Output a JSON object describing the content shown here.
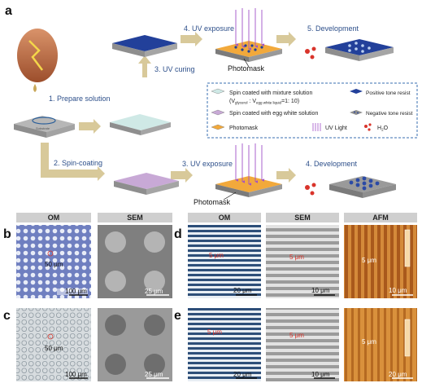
{
  "panels": {
    "a": "a",
    "b": "b",
    "c": "c",
    "d": "d",
    "e": "e"
  },
  "steps": {
    "prepare": "1. Prepare solution",
    "spin": "2. Spin-coating",
    "uv_curing": "3. UV curing",
    "uv_exposure_top": "4. UV exposure",
    "development_top": "5. Development",
    "uv_exposure_bottom": "3. UV exposure",
    "development_bottom": "4. Development",
    "photomask": "Photomask"
  },
  "substrate_label": "Substrate",
  "legend": {
    "mixture_a": "Spin coated with mixture solution",
    "mixture_b": "(V",
    "mixture_sub1": "glycerol",
    "mixture_c": " : V",
    "mixture_sub2": "egg white liquid",
    "mixture_d": "=1: 10)",
    "egg_white": "Spin coated with egg white solution",
    "photomask": "Photomask",
    "positive": "Positive tone resist",
    "uv_light": "UV Light",
    "negative": "Negative tone resist",
    "water": "H",
    "water_sub": "2",
    "water_end": "O"
  },
  "headers": {
    "om": "OM",
    "sem": "SEM",
    "afm": "AFM"
  },
  "scale": {
    "b_om_bar": "100 μm",
    "b_om_feat": "50 μm",
    "b_sem": "25 μm",
    "c_om_bar": "100 μm",
    "c_om_feat": "50 μm",
    "c_sem": "25 μm",
    "d_om_bar": "20 μm",
    "d_om_feat": "5 μm",
    "d_sem_bar": "10 μm",
    "d_sem_feat": "5 μm",
    "d_afm_bar": "10 μm",
    "d_afm_feat": "5 μm",
    "e_om_bar": "20 μm",
    "e_om_feat": "5 μm",
    "e_sem_bar": "10 μm",
    "e_sem_feat": "5 μm",
    "e_afm_bar": "20 μm",
    "e_afm_feat": "5 μm"
  },
  "colors": {
    "blue_resist": "#22409a",
    "mint": "#cfe9e6",
    "lilac": "#c8a9d6",
    "gold": "#f2a93b",
    "grey_block": "#bdbdbd",
    "arrow": "#d8c99a",
    "uv": "#a050c8",
    "water_red": "#d9342b"
  }
}
